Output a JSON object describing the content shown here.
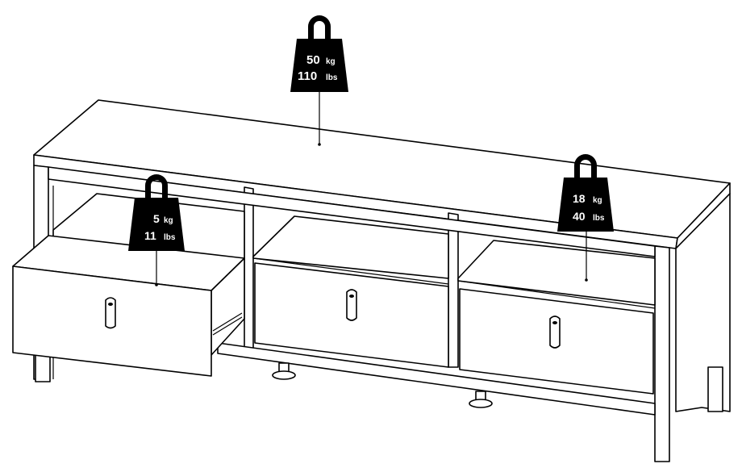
{
  "weights": {
    "top": {
      "value_kg": "50",
      "unit_kg": "kg",
      "value_lbs": "110",
      "unit_lbs": "lbs"
    },
    "drawer": {
      "value_kg": "5",
      "unit_kg": "kg",
      "value_lbs": "11",
      "unit_lbs": "lbs"
    },
    "shelf": {
      "value_kg": "18",
      "unit_kg": "kg",
      "value_lbs": "40",
      "unit_lbs": "lbs"
    }
  },
  "colors": {
    "line": "#000000",
    "fill": "#ffffff",
    "weight_icon": "#000000",
    "weight_text": "#ffffff"
  }
}
